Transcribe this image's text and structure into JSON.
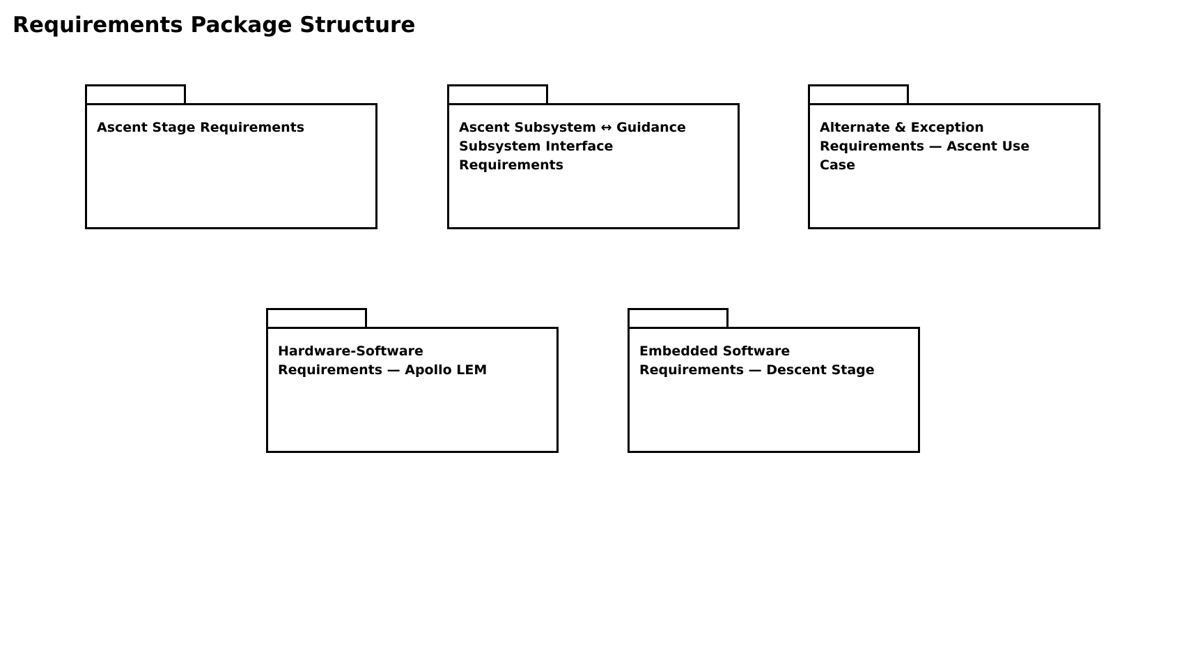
{
  "diagram": {
    "title": "Requirements Package Structure",
    "colors": {
      "border": "#000000",
      "text": "#000000",
      "background": "#ffffff"
    },
    "packages": [
      {
        "label": "Ascent Stage Requirements"
      },
      {
        "label": "Ascent Subsystem ↔ Guidance\nSubsystem Interface\nRequirements"
      },
      {
        "label": "Alternate & Exception\nRequirements — Ascent Use\nCase"
      },
      {
        "label": "Hardware-Software\nRequirements — Apollo LEM"
      },
      {
        "label": "Embedded Software\nRequirements — Descent Stage"
      }
    ]
  }
}
